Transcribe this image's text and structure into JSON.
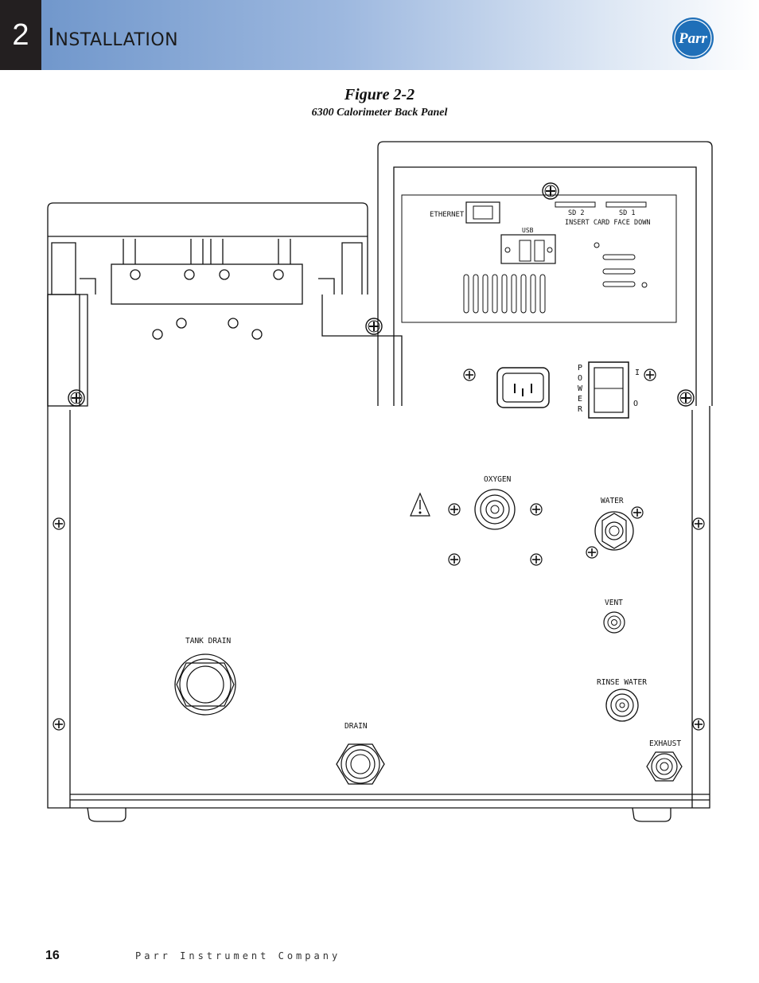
{
  "header": {
    "chapter_number": "2",
    "chapter_title_initial": "I",
    "chapter_title_rest": "NSTALLATION",
    "logo_text": "Parr"
  },
  "figure": {
    "title": "Figure 2-2",
    "subtitle": "6300 Calorimeter Back Panel"
  },
  "panel_labels": {
    "ethernet": "ETHERNET",
    "sd2": "SD 2",
    "sd1": "SD 1",
    "insert_card": "INSERT CARD FACE DOWN",
    "usb": "USB",
    "power_p": "P",
    "power_o": "O",
    "power_w": "W",
    "power_e": "E",
    "power_r": "R",
    "switch_on": "I",
    "switch_off": "O",
    "oxygen": "OXYGEN",
    "water": "WATER",
    "vent": "VENT",
    "tank_drain": "TANK DRAIN",
    "rinse_water": "RINSE WATER",
    "drain": "DRAIN",
    "exhaust": "EXHAUST"
  },
  "footer": {
    "page_number": "16",
    "company": "Parr Instrument Company"
  },
  "colors": {
    "header_blue": "#6b93c9",
    "chapter_box": "#231f20",
    "logo_blue": "#1f6fb8"
  }
}
